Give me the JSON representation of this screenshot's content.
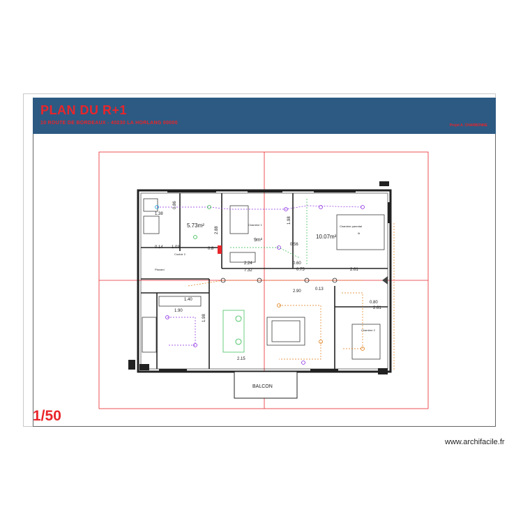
{
  "header": {
    "title": "PLAN DU R+1",
    "subtitle": "10 ROUTE DE BORDEAUX - 40230 LA HORLANG 00000",
    "right_note": "Projet A. CHARBONNE",
    "accent_color": "#e8252b",
    "banner_color": "#2c5a83"
  },
  "scale": "1/50",
  "watermark": "www.archifacile.fr",
  "plan": {
    "rooms": {
      "chambre1": "Chambre 1",
      "chambre_parental": "Chambre parental",
      "lit": "lit",
      "couloir": "Couloir 2",
      "placard": "Placard",
      "chambre2": "Chambre 2",
      "balcon": "BALCON",
      "area_small": "5.73m²",
      "area_ch1": "9m²",
      "area_parental": "10.07m²"
    },
    "dims": {
      "d1": "1.38",
      "d2": "0.86",
      "d3": "0.14",
      "d4": "1.03",
      "d5": "0.8",
      "d6": "2.88",
      "d7": "1.98",
      "d8": "2.24",
      "d9": "7.32",
      "d10": "0.60",
      "d11": "0.75",
      "d12": "2.61",
      "d13": "0.56",
      "d14": "1.90",
      "d15": "2.90",
      "d16": "0.13",
      "d17": "0.80",
      "d18": "1.40",
      "d19": "2.15",
      "d20": "2.61",
      "d21": "1.98"
    },
    "colors": {
      "wall": "#222222",
      "electric_green": "#2db84a",
      "electric_purple": "#8a2be2",
      "electric_orange": "#e07a10",
      "guide_red": "#e8252b",
      "outlet_cyan": "#18a7d8"
    }
  }
}
